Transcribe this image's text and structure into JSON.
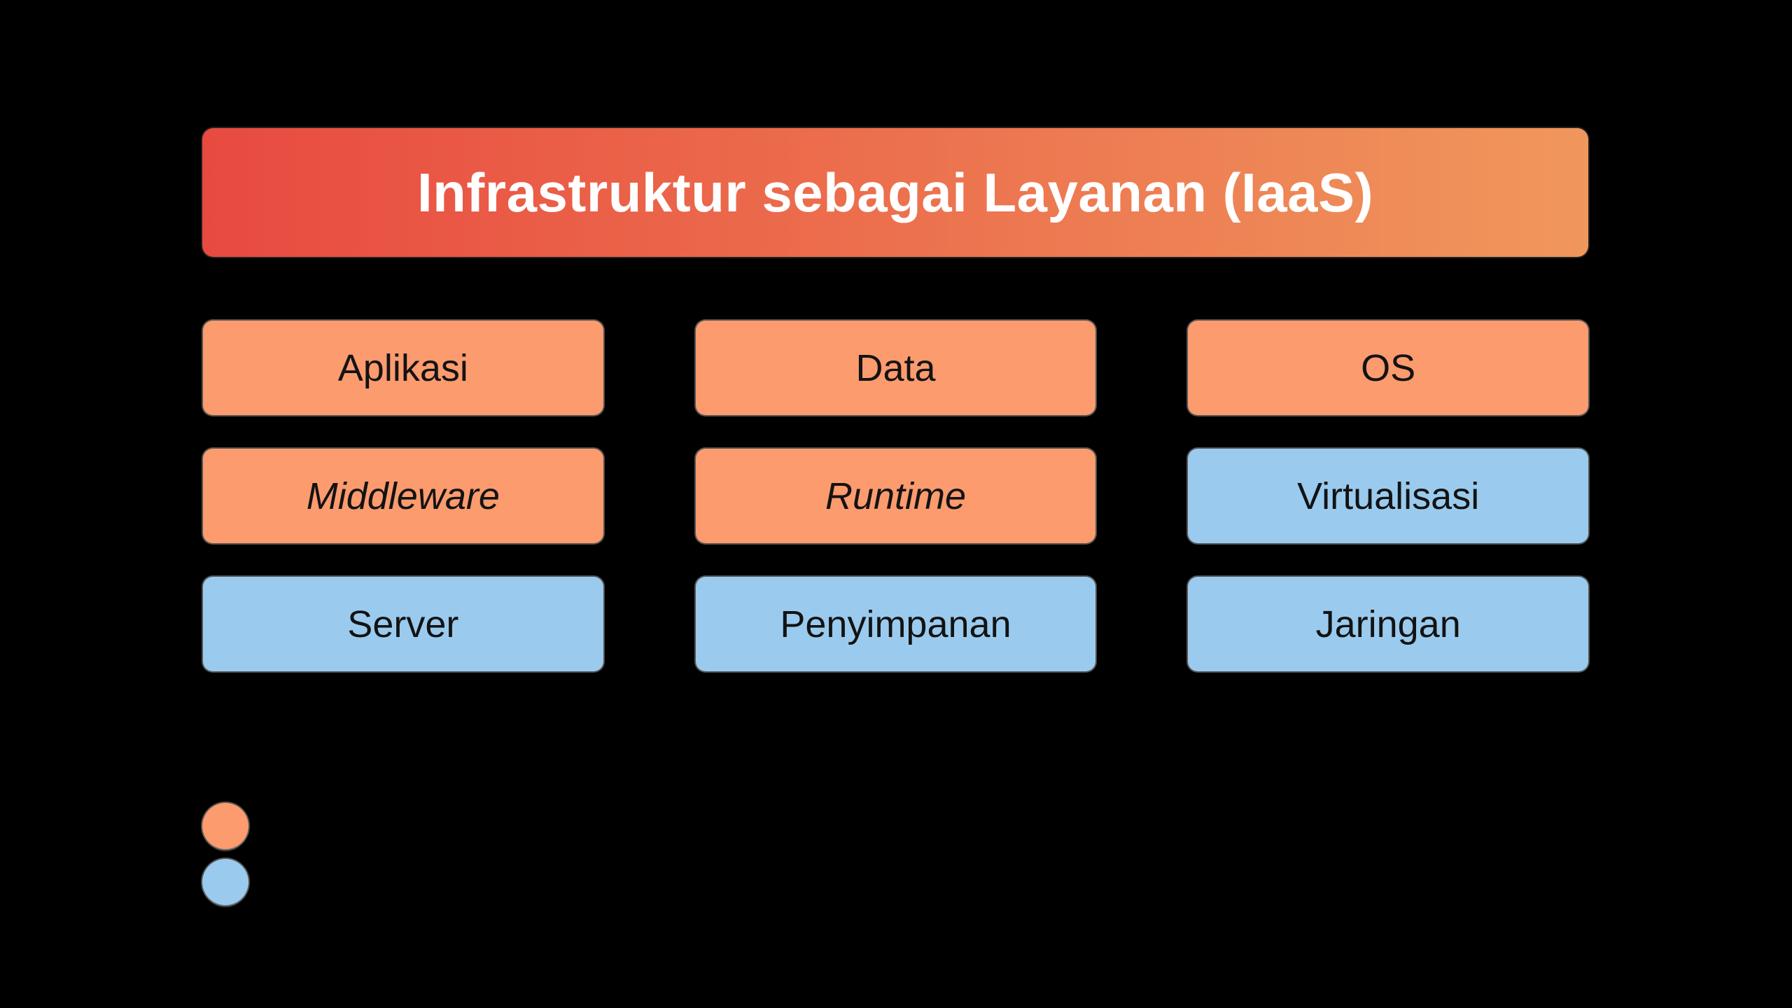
{
  "canvas": {
    "background": "#000000"
  },
  "title": {
    "text": "Infrastruktur sebagai Layanan (IaaS)",
    "text_color": "#FFFFFF",
    "gradient_start": "#E84A40",
    "gradient_end": "#F0975C"
  },
  "colors": {
    "orange": "#FC9B6E",
    "blue": "#9ACBEE",
    "cell_text": "#131313"
  },
  "grid": {
    "cells": [
      {
        "label": "Aplikasi",
        "color": "orange",
        "italic": false
      },
      {
        "label": "Data",
        "color": "orange",
        "italic": false
      },
      {
        "label": "OS",
        "color": "orange",
        "italic": false
      },
      {
        "label": "Middleware",
        "color": "orange",
        "italic": true
      },
      {
        "label": "Runtime",
        "color": "orange",
        "italic": true
      },
      {
        "label": "Virtualisasi",
        "color": "blue",
        "italic": false
      },
      {
        "label": "Server",
        "color": "blue",
        "italic": false
      },
      {
        "label": "Penyimpanan",
        "color": "blue",
        "italic": false
      },
      {
        "label": "Jaringan",
        "color": "blue",
        "italic": false
      }
    ]
  },
  "legend": {
    "dots": [
      {
        "name": "orange-dot",
        "color": "#FC9B6E"
      },
      {
        "name": "blue-dot",
        "color": "#9ACBEE"
      }
    ]
  }
}
